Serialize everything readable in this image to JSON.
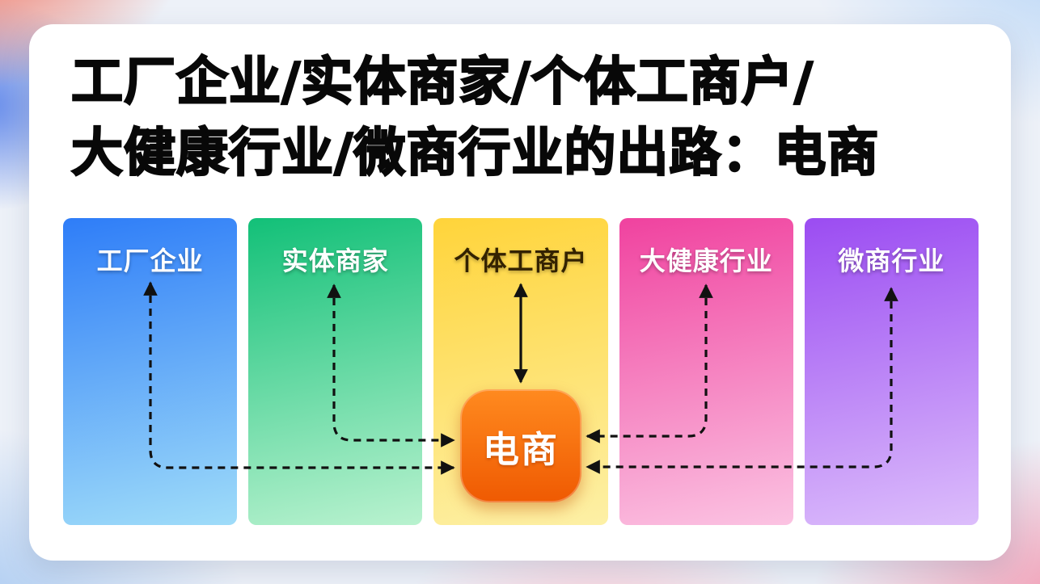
{
  "title": {
    "line1": "工厂企业/实体商家/个体工商户/",
    "line2": "大健康行业/微商行业的出路：电商"
  },
  "columns": [
    {
      "id": "factory-enterprise",
      "label": "工厂企业",
      "color_top": "#2e7df8",
      "color_bottom": "#9fdcf9",
      "text_color": "#ffffff"
    },
    {
      "id": "physical-merchant",
      "label": "实体商家",
      "color_top": "#12c078",
      "color_bottom": "#b9f2cf",
      "text_color": "#ffffff"
    },
    {
      "id": "individual-business",
      "label": "个体工商户",
      "color_top": "#ffd43a",
      "color_bottom": "#fdf0a6",
      "text_color": "#332200"
    },
    {
      "id": "health-industry",
      "label": "大健康行业",
      "color_top": "#f0429f",
      "color_bottom": "#fbc3e2",
      "text_color": "#ffffff"
    },
    {
      "id": "micro-business",
      "label": "微商行业",
      "color_top": "#9b4cf2",
      "color_bottom": "#dcbdfb",
      "text_color": "#ffffff"
    }
  ],
  "center": {
    "label": "电商",
    "color_top": "#ff8a1f",
    "color_bottom": "#ef5a02"
  },
  "arrow_color": "#111111"
}
